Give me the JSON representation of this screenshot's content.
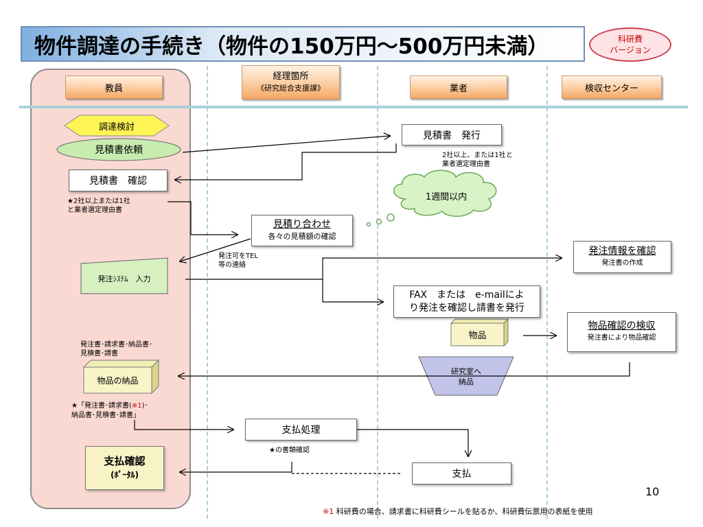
{
  "title": "物件調達の手続き（物件の150万円～500万円未満）",
  "badge": {
    "line1": "科研費",
    "line2": "バージョン"
  },
  "headers": {
    "teacher": "教員",
    "accounting_line1": "経理箇所",
    "accounting_line2": "《研究総合支援課》",
    "vendor": "業者",
    "inspection": "検収センター"
  },
  "nodes": {
    "procurement_review": "調達検討",
    "estimate_request": "見積書依頼",
    "estimate_confirm": "見積書　確認",
    "estimate_issue": "見積書　発行",
    "vendor_note_line1": "2社以上、または1社と",
    "vendor_note_line2": "業者選定理由書",
    "teacher_note_line1": "★2社以上または1社",
    "teacher_note_line2": "と業者選定理由書",
    "cloud": "1週間以内",
    "inquiry_title": "見積り合わせ",
    "inquiry_sub": "各々の見積額の確認",
    "phone_note_line1": "発注可をTEL",
    "phone_note_line2": "等の連絡",
    "order_input": "発注ｼｽﾃﾑ　入力",
    "order_info_title": "発注情報を確認",
    "order_info_sub": "発注書の作成",
    "fax_line1": "FAX　または　e-mailによ",
    "fax_line2": "り発注を確認し請書を発行",
    "goods": "物品",
    "goods_check_title": "物品確認の検収",
    "goods_check_sub": "発注書により物品確認",
    "docs_note_line1": "発注書･請求書･納品書･",
    "docs_note_line2": "見積書･請書",
    "lab_delivery_line1": "研究室へ",
    "lab_delivery_line2": "納品",
    "goods_delivery": "物品の納品",
    "star_docs_a": "★「発注書･請求書(",
    "star_docs_ref": "※1",
    "star_docs_b": ")･",
    "star_docs_line2": "納品書･見積書･請書」",
    "payment_process": "支払処理",
    "doc_check": "★の書類確認",
    "payment_confirm_line1": "支払確認",
    "payment_confirm_line2": "(ﾎﾟｰﾀﾙ)",
    "payment": "支払"
  },
  "page_number": "10",
  "footnote_mark": "※1",
  "footnote_text": "科研費の場合、請求書に科研費シールを貼るか、科研費伝票用の表紙を使用",
  "colors": {
    "teacher_lane": "#fbd9d3",
    "header_orange": "#f5a865",
    "hexagon": "#fff455",
    "ellipse_green": "#c8ecb0",
    "lavender_trapezoid": "#c3c4ea",
    "badge_red": "#cc0000",
    "lane_divider": "#a9d0dc"
  }
}
